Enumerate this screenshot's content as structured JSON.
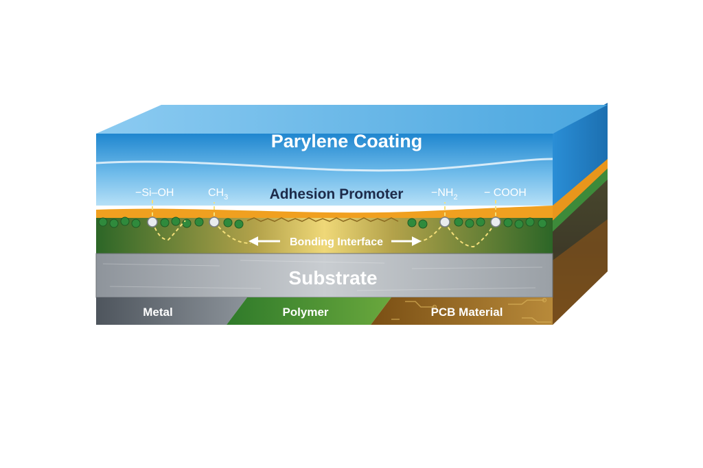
{
  "diagram": {
    "coating_label": "Parylene Coating",
    "promoter_label": "Adhesion Promoter",
    "interface_label": "Bonding Interface",
    "substrate_label": "Substrate",
    "materials": [
      {
        "label": "Metal",
        "color": "#6a7280"
      },
      {
        "label": "Polymer",
        "color": "#3f8a32"
      },
      {
        "label": "PCB Material",
        "color": "#9b6a22"
      }
    ],
    "groups": [
      {
        "main": "−Si–OH",
        "sub": ""
      },
      {
        "main": "CH",
        "sub": "3"
      },
      {
        "main": "−NH",
        "sub": "2"
      },
      {
        "main": "− COOH",
        "sub": ""
      }
    ],
    "colors": {
      "coating": "#7cc4ee",
      "promoter": "#f0a020",
      "interface": "#2f6a2a",
      "substrate": "#a9aeb4"
    }
  }
}
